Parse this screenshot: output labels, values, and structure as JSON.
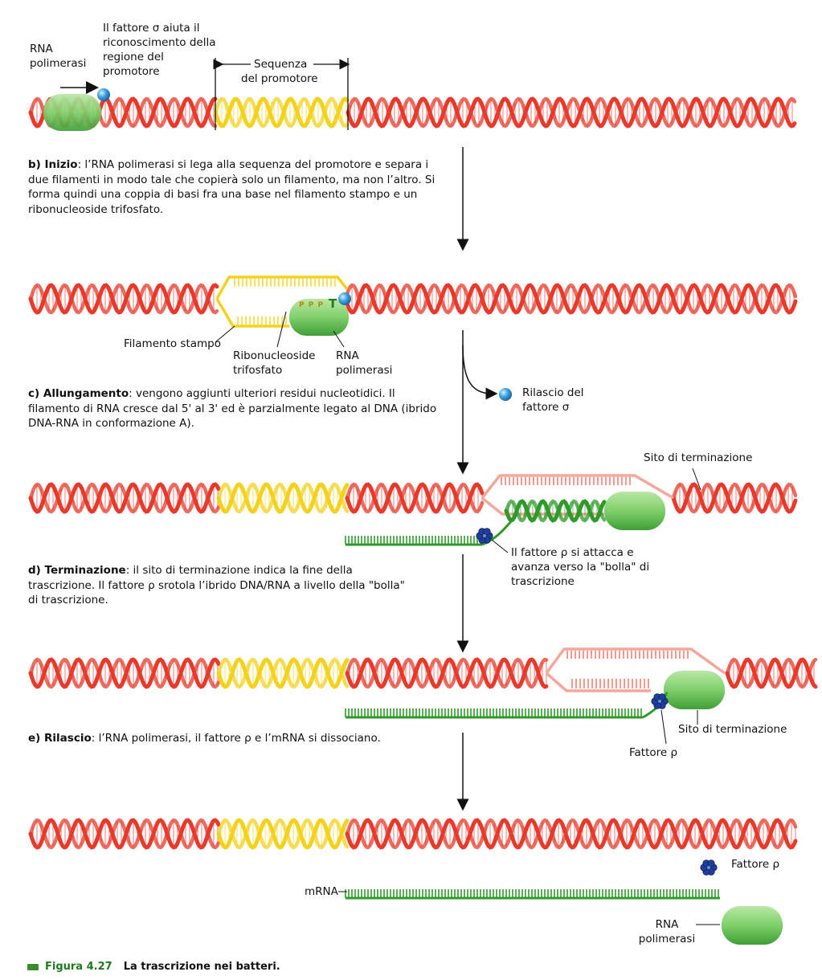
{
  "labels": {
    "rna_polymerase_a": "RNA polimerasi",
    "sigma_note": "Il fattore σ aiuta il riconoscimento della regione del promotore",
    "promoter_seq": "Sequenza",
    "promoter_seq2": "del promotore",
    "template_strand": "Filamento stampo",
    "ribonucleoside": "Ribonucleoside trifosfato",
    "rna_polymerase_b": "RNA polimerasi",
    "ppp": "P P P",
    "base_t": "T",
    "sigma_release": "Rilascio del fattore σ",
    "termination_site_c": "Sito di terminazione",
    "rho_attach": "Il fattore ρ si attacca e avanza verso la \"bolla\" di trascrizione",
    "termination_site_d": "Sito di terminazione",
    "rho_d": "Fattore ρ",
    "rho_e": "Fattore ρ",
    "mrna": "mRNA",
    "rna_polymerase_e": "RNA polimerasi"
  },
  "steps": {
    "b_head": "b) Inizio",
    "b_text": ": l’RNA polimerasi si lega alla sequenza del promotore e separa i due filamenti in modo tale che copierà solo un filamento, ma non l’altro. Si forma quindi una coppia di basi fra una base nel filamento stampo e un ribonucleoside trifosfato.",
    "c_head": "c) Allungamento",
    "c_text": ": vengono aggiunti ulteriori residui nucleotidici. Il filamento di RNA cresce dal 5' al 3' ed è parzialmente legato al DNA (ibrido DNA-RNA in conformazione A).",
    "d_head": "d) Terminazione",
    "d_text": ": il sito di terminazione indica la fine della trascrizione. Il fattore ρ srotola l’ibrido DNA/RNA a livello della \"bolla\" di trascrizione.",
    "e_head": "e) Rilascio",
    "e_text": ": l’RNA polimerasi, il fattore ρ e l’mRNA si dissociano."
  },
  "caption": {
    "number": "Figura 4.27",
    "title": "La trascrizione nei batteri."
  },
  "colors": {
    "dna_red": "#e8392b",
    "dna_red_light": "#f6a79a",
    "promoter_yellow": "#f4d21c",
    "rna_green": "#2f9a2a",
    "polymerase_green": "#7fcf6a",
    "sigma_blue": "#3aa0e0",
    "rho_blue": "#1e3f9a"
  }
}
